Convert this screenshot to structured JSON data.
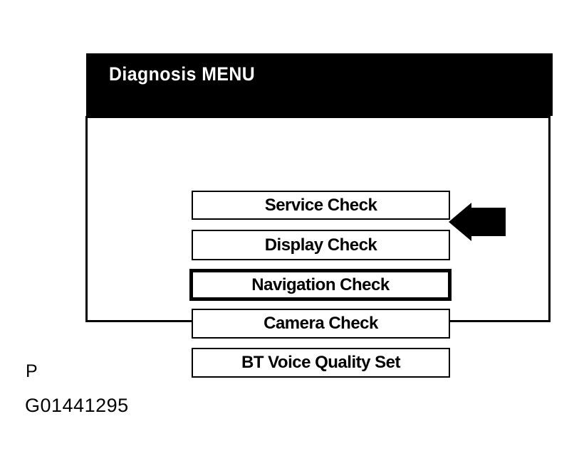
{
  "screen": {
    "title": "Diagnosis MENU",
    "menu_items": [
      {
        "label": "Service Check",
        "selected": false
      },
      {
        "label": "Display Check",
        "selected": false
      },
      {
        "label": "Navigation Check",
        "selected": true
      },
      {
        "label": "Camera Check",
        "selected": false
      },
      {
        "label": "BT Voice Quality Set",
        "selected": false
      }
    ]
  },
  "annotations": {
    "pointer_arrow_icon": "arrow-left-icon",
    "pointer_target": "Navigation Check"
  },
  "footer": {
    "page_marker": "P",
    "figure_id": "G01441295"
  },
  "colors": {
    "page_bg": "#ffffff",
    "screen_bg": "#ffffff",
    "header_bg": "#000000",
    "header_text": "#ffffff",
    "text": "#000000",
    "line": "#000000"
  }
}
